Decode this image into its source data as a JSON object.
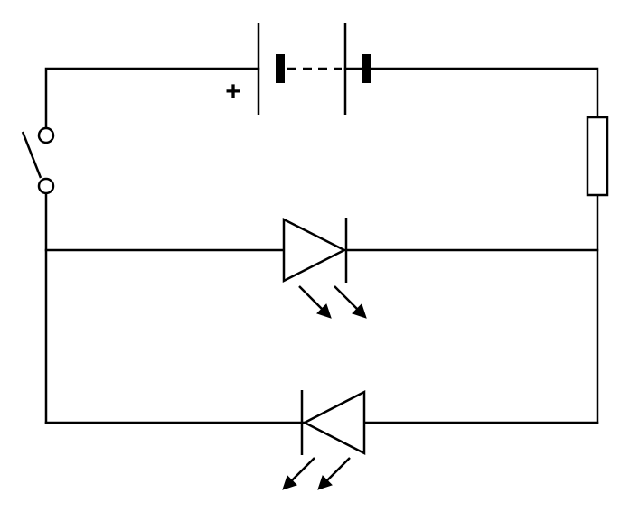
{
  "diagram": {
    "battery": {
      "polarity_label": "+"
    },
    "colors": {
      "stroke": "#000000",
      "background": "#ffffff"
    },
    "components": [
      "battery",
      "switch",
      "resistor",
      "led-forward",
      "led-reverse"
    ]
  }
}
